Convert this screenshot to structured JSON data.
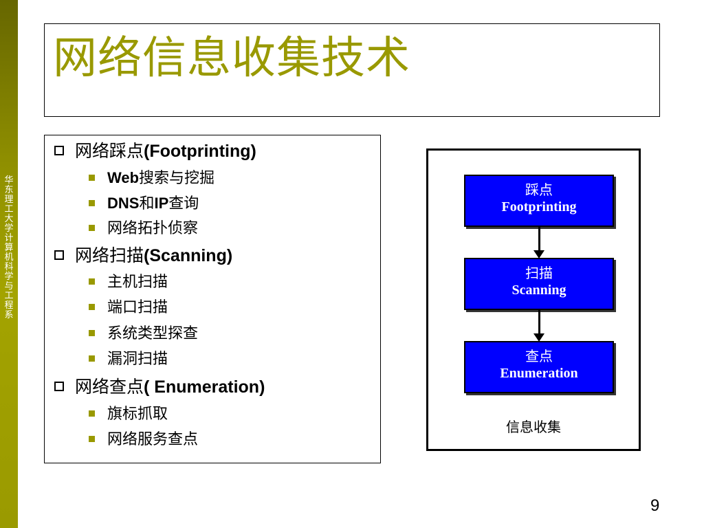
{
  "sidebar": {
    "text": "华东理工大学计算机科学与工程系"
  },
  "title": "网络信息收集技术",
  "outline": [
    {
      "cn": "网络踩点",
      "en": "(Footprinting)",
      "subs": [
        {
          "bold": "Web",
          "text": "搜索与挖掘"
        },
        {
          "bold": "DNS",
          "mid": "和",
          "bold2": "IP",
          "text": "查询"
        },
        {
          "text": "网络拓扑侦察"
        }
      ]
    },
    {
      "cn": "网络扫描",
      "en": "(Scanning)",
      "subs": [
        {
          "text": "主机扫描"
        },
        {
          "text": "端口扫描"
        },
        {
          "text": "系统类型探查"
        },
        {
          "text": "漏洞扫描"
        }
      ]
    },
    {
      "cn": "网络查点",
      "en": "( Enumeration)",
      "subs": [
        {
          "text": "旗标抓取"
        },
        {
          "text": "网络服务查点"
        }
      ]
    }
  ],
  "diagram": {
    "nodes": [
      {
        "cn": "踩点",
        "en": "Footprinting"
      },
      {
        "cn": "扫描",
        "en": "Scanning"
      },
      {
        "cn": "查点",
        "en": "Enumeration"
      }
    ],
    "caption": "信息收集",
    "node_color": "#0000ff"
  },
  "page_number": "9",
  "colors": {
    "accent": "#999900",
    "sidebar": "#8e8e00"
  }
}
